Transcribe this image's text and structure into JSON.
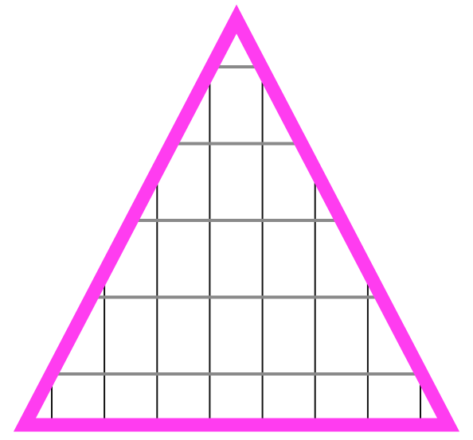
{
  "figure": {
    "shape": "triangle",
    "kind": "grid-in-triangle",
    "grid": {
      "columns": 8,
      "rows": 5
    },
    "colors": {
      "outline": "#ff3cf0",
      "vertical_lines": "#111111",
      "horizontal_lines": "#8a8a8a",
      "background": "#ffffff"
    }
  }
}
